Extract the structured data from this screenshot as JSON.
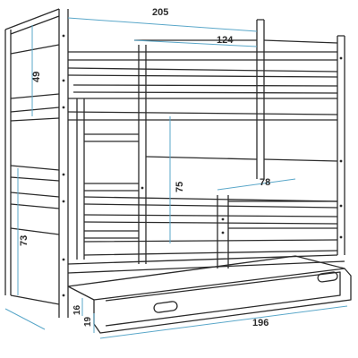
{
  "dimensions": {
    "width_total": "205",
    "upper_inner_length": "124",
    "upper_rail_height": "49",
    "lower_rail_height": "73",
    "clearance_height": "75",
    "barrier_length": "78",
    "drawer_length": "196",
    "drawer_height": "19",
    "drawer_gap": "16"
  },
  "colors": {
    "frame": "#2b2b2b",
    "dimension_line": "#5aa7c9",
    "background": "#ffffff"
  }
}
